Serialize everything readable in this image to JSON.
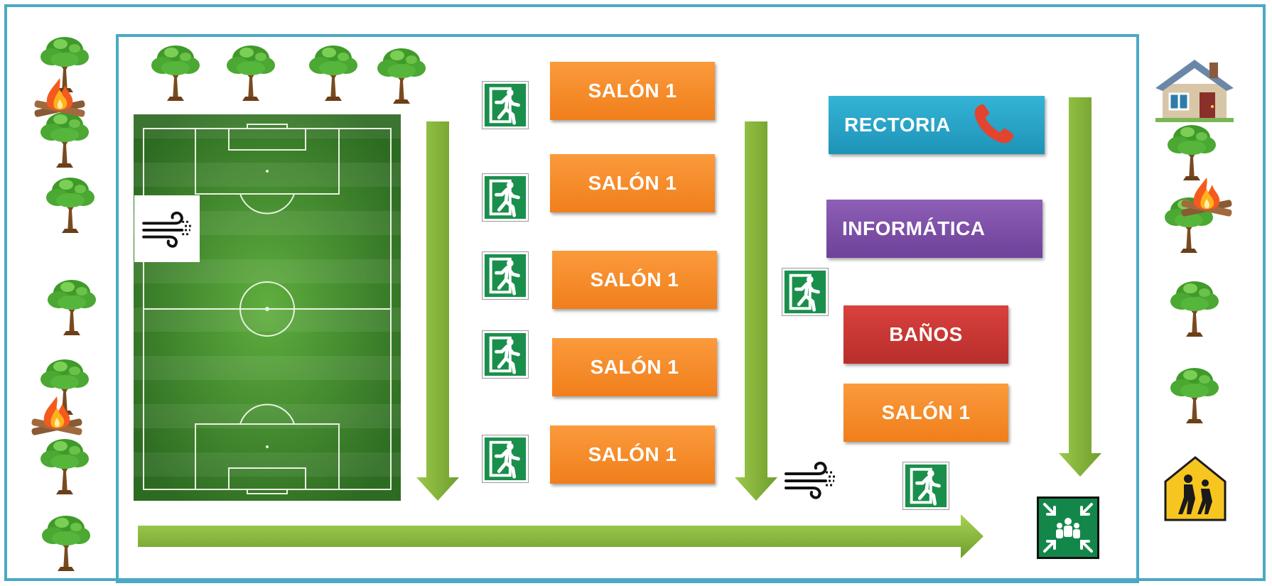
{
  "rooms": {
    "salon_1": "SALÓN 1",
    "salon_2": "SALÓN 1",
    "salon_3": "SALÓN 1",
    "salon_4": "SALÓN 1",
    "salon_5": "SALÓN 1",
    "salon_6": "SALÓN 1",
    "rectoria": "RECTORIA",
    "informatica": "INFORMÁTICA",
    "banos": "BAÑOS"
  },
  "colors": {
    "frame": "#4aa9c4",
    "arrow": "#7fae3b",
    "salon": "#f38a24",
    "rectoria": "#29a6cb",
    "informatica": "#7b4fa6",
    "banos": "#c93735",
    "exit_sign": "#1a8f4c",
    "field": "#3f8a2e"
  },
  "icons": [
    "tree-icon",
    "fire-icon",
    "house-icon",
    "wind-icon",
    "exit-sign-icon",
    "phone-icon",
    "school-crossing-icon",
    "assembly-point-icon",
    "soccer-field"
  ]
}
